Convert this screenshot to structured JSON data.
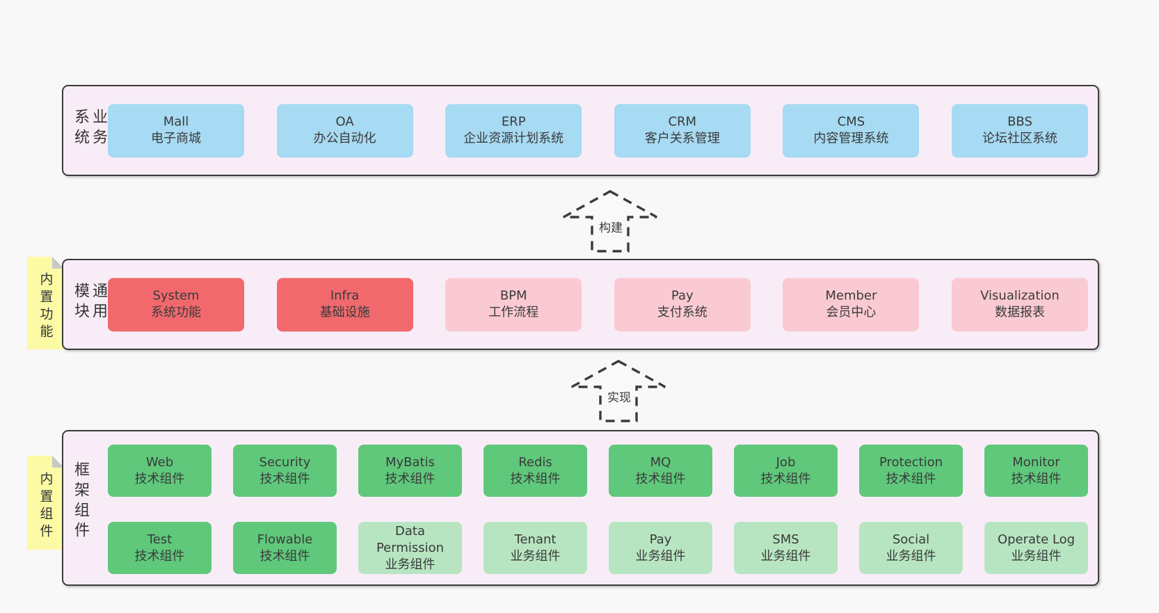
{
  "colors": {
    "page_bg": "#f8f8f8",
    "panel_bg": "#f8edf7",
    "panel_border": "#3b3b3b",
    "blue_box": "#a7daf3",
    "red_box": "#f1696d",
    "pink_box": "#facad3",
    "green_box": "#5fc87b",
    "green_light_box": "#b7e5c1",
    "note_yellow": "#fcfaa5",
    "text": "#3a3a3a"
  },
  "layers": {
    "business": {
      "label": "业务系统",
      "items": [
        {
          "en": "Mall",
          "zh": "电子商城",
          "variant": "blue"
        },
        {
          "en": "OA",
          "zh": "办公自动化",
          "variant": "blue"
        },
        {
          "en": "ERP",
          "zh": "企业资源计划系统",
          "variant": "blue"
        },
        {
          "en": "CRM",
          "zh": "客户关系管理",
          "variant": "blue"
        },
        {
          "en": "CMS",
          "zh": "内容管理系统",
          "variant": "blue"
        },
        {
          "en": "BBS",
          "zh": "论坛社区系统",
          "variant": "blue"
        }
      ]
    },
    "modules": {
      "label": "通用模块",
      "note": "内置功能",
      "items": [
        {
          "en": "System",
          "zh": "系统功能",
          "variant": "red"
        },
        {
          "en": "Infra",
          "zh": "基础设施",
          "variant": "red"
        },
        {
          "en": "BPM",
          "zh": "工作流程",
          "variant": "pink"
        },
        {
          "en": "Pay",
          "zh": "支付系统",
          "variant": "pink"
        },
        {
          "en": "Member",
          "zh": "会员中心",
          "variant": "pink"
        },
        {
          "en": "Visualization",
          "zh": "数据报表",
          "variant": "pink"
        }
      ]
    },
    "components": {
      "label": "框架组件",
      "note": "内置组件",
      "row1": [
        {
          "en": "Web",
          "zh": "技术组件",
          "variant": "green"
        },
        {
          "en": "Security",
          "zh": "技术组件",
          "variant": "green"
        },
        {
          "en": "MyBatis",
          "zh": "技术组件",
          "variant": "green"
        },
        {
          "en": "Redis",
          "zh": "技术组件",
          "variant": "green"
        },
        {
          "en": "MQ",
          "zh": "技术组件",
          "variant": "green"
        },
        {
          "en": "Job",
          "zh": "技术组件",
          "variant": "green"
        },
        {
          "en": "Protection",
          "zh": "技术组件",
          "variant": "green"
        },
        {
          "en": "Monitor",
          "zh": "技术组件",
          "variant": "green"
        }
      ],
      "row2": [
        {
          "en": "Test",
          "zh": "技术组件",
          "variant": "green"
        },
        {
          "en": "Flowable",
          "zh": "技术组件",
          "variant": "green"
        },
        {
          "en": "Data Permission",
          "zh": "业务组件",
          "variant": "green-light"
        },
        {
          "en": "Tenant",
          "zh": "业务组件",
          "variant": "green-light"
        },
        {
          "en": "Pay",
          "zh": "业务组件",
          "variant": "green-light"
        },
        {
          "en": "SMS",
          "zh": "业务组件",
          "variant": "green-light"
        },
        {
          "en": "Social",
          "zh": "业务组件",
          "variant": "green-light"
        },
        {
          "en": "Operate Log",
          "zh": "业务组件",
          "variant": "green-light"
        }
      ]
    }
  },
  "arrows": {
    "build": {
      "label": "构建"
    },
    "implement": {
      "label": "实现"
    }
  }
}
